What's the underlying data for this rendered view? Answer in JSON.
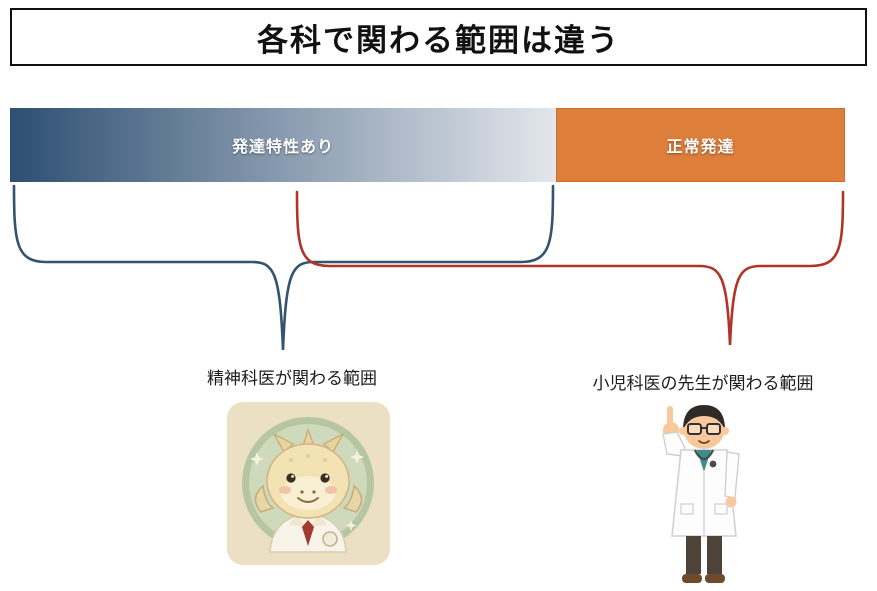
{
  "title": "各科で関わる範囲は違う",
  "bar": {
    "left_label": "発達特性あり",
    "right_label": "正常発達",
    "colors": {
      "left_gradient_start": "#2e4f72",
      "left_gradient_end": "#e3e7ec",
      "right_fill": "#dd7e3a"
    }
  },
  "braces": {
    "psychiatrist_color": "#33536f",
    "pediatrician_color": "#b03427"
  },
  "ranges": {
    "psychiatrist_label": "精神科医が関わる範囲",
    "pediatrician_label": "小児科医の先生が関わる範囲"
  },
  "illustrations": {
    "psychiatrist_icon": "dragon-psychiatrist-illustration",
    "pediatrician_icon": "pediatrician-doctor-illustration"
  }
}
